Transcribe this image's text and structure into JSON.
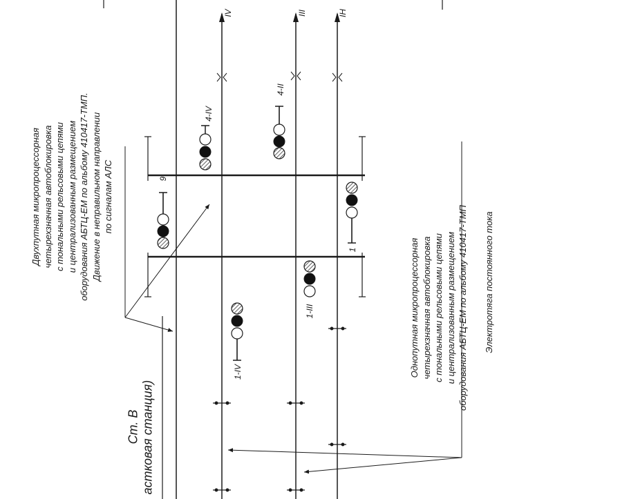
{
  "station": {
    "name": "Ст. В",
    "type_fragment": "астковая станция)"
  },
  "tracks": {
    "labels": [
      "IV",
      "III",
      "IH"
    ]
  },
  "signals": {
    "s4_iv": "4-IV",
    "s4_ii": "4-II",
    "s9": "9",
    "s1_iii": "1-III",
    "s1_iv": "1-IV",
    "s1": "1"
  },
  "notes": {
    "double_track": [
      "Двухпутная микропроцессорная",
      "четырехзначная автоблокировка",
      "с тональными рельсовыми цепями",
      "и централизованным размещением",
      "оборудования АБТЦ-ЕМ по альбому 410417-ТМП.",
      "Движение в неправильном направлении",
      "по сигналам АЛС"
    ],
    "single_track": [
      "Однопутная микропроцессорная",
      "четырехзначная автоблокировка",
      "с тональными рельсовыми цепями",
      "и централизованным размещением",
      "оборудования АБТЦ-ЕМ по альбому 410417-ТМП"
    ],
    "traction": "Электротяга постоянного тока"
  },
  "colors": {
    "line": "#1a1a1a",
    "lamp_red": "#111111",
    "lamp_white": "#ffffff",
    "lamp_hatch": "#777777"
  }
}
